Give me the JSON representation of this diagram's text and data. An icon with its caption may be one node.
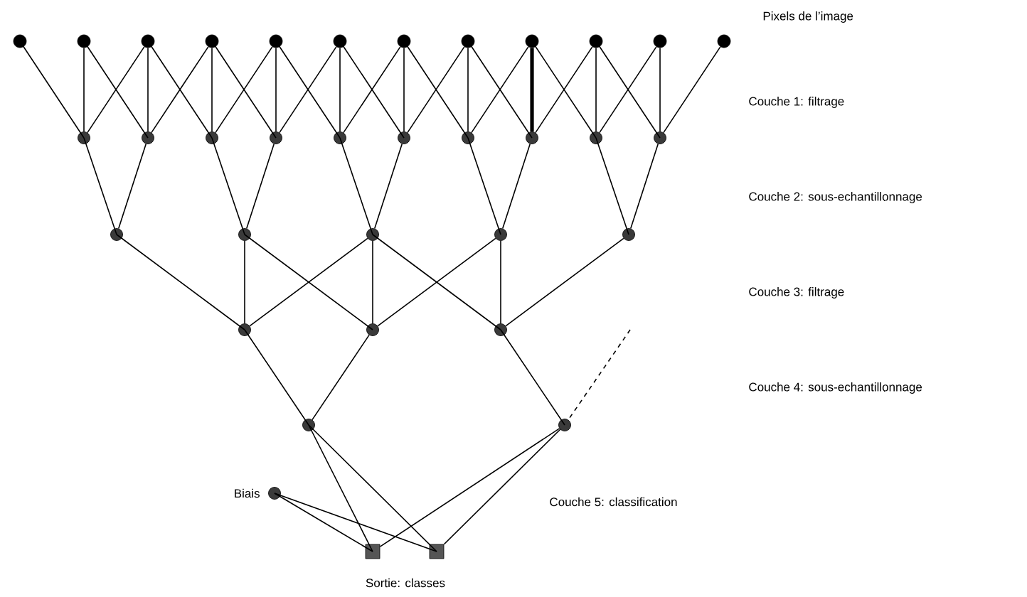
{
  "diagram": {
    "nodes": [
      {
        "text": [],
        "shape": "circle"
      },
      {
        "text": [],
        "shape": "circle"
      },
      {
        "text": [],
        "shape": "circle"
      },
      {
        "text": [],
        "shape": "circle"
      },
      {
        "text": [],
        "shape": "circle"
      },
      {
        "text": [],
        "shape": "circle"
      },
      {
        "text": [],
        "shape": "circle"
      },
      {
        "text": [],
        "shape": "circle"
      },
      {
        "text": [],
        "shape": "circle"
      },
      {
        "text": [],
        "shape": "circle"
      },
      {
        "text": [],
        "shape": "circle"
      },
      {
        "text": [],
        "shape": "circle"
      },
      {
        "text": [],
        "shape": "circle"
      },
      {
        "text": [],
        "shape": "circle"
      },
      {
        "text": [],
        "shape": "circle"
      },
      {
        "text": [],
        "shape": "circle"
      },
      {
        "text": [],
        "shape": "circle"
      },
      {
        "text": [],
        "shape": "circle"
      },
      {
        "text": [],
        "shape": "circle"
      },
      {
        "text": [],
        "shape": "circle"
      },
      {
        "text": [],
        "shape": "circle"
      },
      {
        "text": [],
        "shape": "circle"
      },
      {
        "text": [],
        "shape": "circle"
      },
      {
        "text": [],
        "shape": "circle"
      },
      {
        "text": [],
        "shape": "circle"
      },
      {
        "text": [],
        "shape": "circle"
      },
      {
        "text": [],
        "shape": "circle"
      },
      {
        "text": [],
        "shape": "circle"
      },
      {
        "text": [],
        "shape": "circle"
      },
      {
        "text": [],
        "shape": "circle"
      },
      {
        "text": [],
        "shape": "circle"
      },
      {
        "text": [],
        "shape": "circle"
      },
      {
        "text": [],
        "shape": "circle",
        "beside": [
          "Biais"
        ]
      },
      {
        "text": [],
        "shape": "box"
      },
      {
        "text": [],
        "shape": "box"
      }
    ],
    "edges": [
      {
        "from": 0,
        "to": 12,
        "arrow": "none"
      },
      {
        "from": 1,
        "to": 12,
        "arrow": "none"
      },
      {
        "from": 2,
        "to": 12,
        "arrow": "none"
      },
      {
        "from": 1,
        "to": 13,
        "arrow": "none"
      },
      {
        "from": 2,
        "to": 13,
        "arrow": "none"
      },
      {
        "from": 3,
        "to": 13,
        "arrow": "none"
      },
      {
        "from": 2,
        "to": 14,
        "arrow": "none"
      },
      {
        "from": 3,
        "to": 14,
        "arrow": "none"
      },
      {
        "from": 4,
        "to": 14,
        "arrow": "none"
      },
      {
        "from": 3,
        "to": 15,
        "arrow": "none"
      },
      {
        "from": 4,
        "to": 15,
        "arrow": "none"
      },
      {
        "from": 5,
        "to": 15,
        "arrow": "none"
      },
      {
        "from": 4,
        "to": 16,
        "arrow": "none"
      },
      {
        "from": 5,
        "to": 16,
        "arrow": "none"
      },
      {
        "from": 6,
        "to": 16,
        "arrow": "none"
      },
      {
        "from": 5,
        "to": 17,
        "arrow": "none"
      },
      {
        "from": 6,
        "to": 17,
        "arrow": "none"
      },
      {
        "from": 7,
        "to": 17,
        "arrow": "none"
      },
      {
        "from": 6,
        "to": 18,
        "arrow": "none"
      },
      {
        "from": 7,
        "to": 18,
        "arrow": "none"
      },
      {
        "from": 8,
        "to": 18,
        "arrow": "none"
      },
      {
        "from": 7,
        "to": 19,
        "arrow": "none"
      },
      {
        "from": 8,
        "to": 19,
        "arrow": "none",
        "style": "thick"
      },
      {
        "from": 9,
        "to": 19,
        "arrow": "none"
      },
      {
        "from": 8,
        "to": 20,
        "arrow": "none"
      },
      {
        "from": 9,
        "to": 20,
        "arrow": "none"
      },
      {
        "from": 10,
        "to": 20,
        "arrow": "none"
      },
      {
        "from": 9,
        "to": 21,
        "arrow": "none"
      },
      {
        "from": 10,
        "to": 21,
        "arrow": "none"
      },
      {
        "from": 11,
        "to": 21,
        "arrow": "none"
      },
      {
        "from": 12,
        "to": 22,
        "arrow": "none"
      },
      {
        "from": 13,
        "to": 22,
        "arrow": "none"
      },
      {
        "from": 14,
        "to": 23,
        "arrow": "none"
      },
      {
        "from": 15,
        "to": 23,
        "arrow": "none"
      },
      {
        "from": 16,
        "to": 24,
        "arrow": "none"
      },
      {
        "from": 17,
        "to": 24,
        "arrow": "none"
      },
      {
        "from": 18,
        "to": 25,
        "arrow": "none"
      },
      {
        "from": 19,
        "to": 25,
        "arrow": "none"
      },
      {
        "from": 20,
        "to": 26,
        "arrow": "none"
      },
      {
        "from": 21,
        "to": 26,
        "arrow": "none"
      },
      {
        "from": 22,
        "to": 27,
        "arrow": "none"
      },
      {
        "from": 23,
        "to": 27,
        "arrow": "none"
      },
      {
        "from": 24,
        "to": 27,
        "arrow": "none"
      },
      {
        "from": 23,
        "to": 28,
        "arrow": "none"
      },
      {
        "from": 24,
        "to": 28,
        "arrow": "none"
      },
      {
        "from": 25,
        "to": 28,
        "arrow": "none"
      },
      {
        "from": 24,
        "to": 29,
        "arrow": "none"
      },
      {
        "from": 25,
        "to": 29,
        "arrow": "none"
      },
      {
        "from": 26,
        "to": 29,
        "arrow": "none"
      },
      {
        "from": 27,
        "to": 30,
        "arrow": "none"
      },
      {
        "from": 28,
        "to": 30,
        "arrow": "none"
      },
      {
        "from": 29,
        "to": 31,
        "arrow": "none"
      },
      {
        "from": null,
        "to": 31,
        "arrow": "none",
        "style": "dashed"
      },
      {
        "from": 30,
        "to": 33,
        "arrow": "none"
      },
      {
        "from": 30,
        "to": 34,
        "arrow": "none"
      },
      {
        "from": 31,
        "to": 33,
        "arrow": "none"
      },
      {
        "from": 31,
        "to": 34,
        "arrow": "none"
      },
      {
        "from": 32,
        "to": 33,
        "arrow": "none"
      },
      {
        "from": 32,
        "to": 34,
        "arrow": "none"
      }
    ],
    "labels": [
      "Pixels de l’image",
      "Couche 1: filtrage",
      "Couche 2: sous-echantillonnage",
      "Couche 3: filtrage",
      "Couche 4: sous-echantillonnage",
      "Couche 5: classification",
      "Sortie: classes"
    ]
  }
}
